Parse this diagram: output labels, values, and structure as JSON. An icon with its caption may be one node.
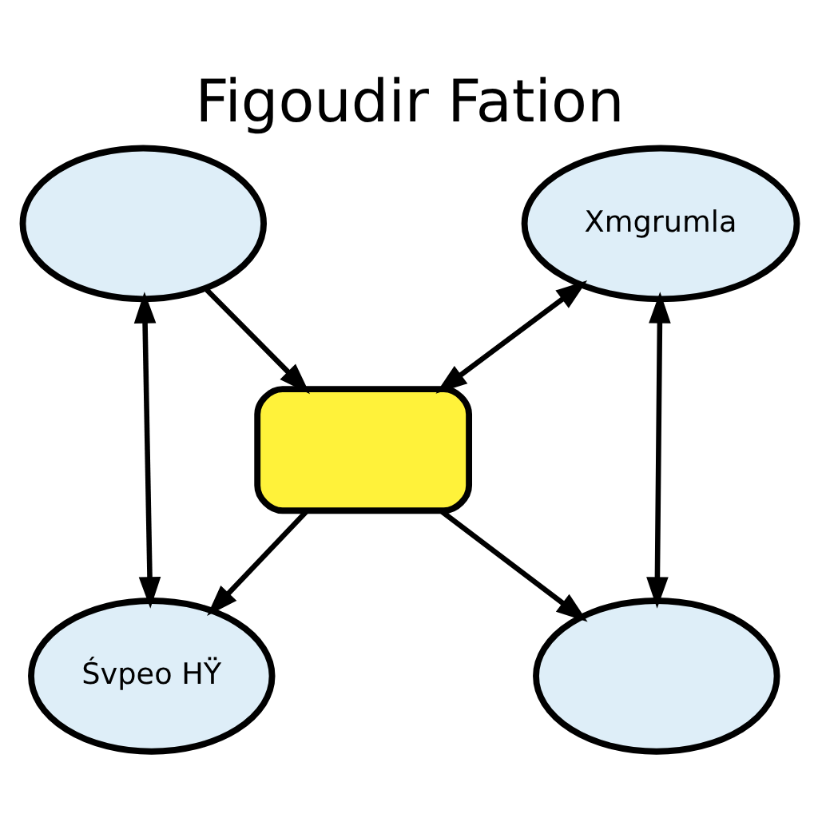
{
  "diagram": {
    "title": "Figoudir Fation",
    "nodes": [
      {
        "text": [],
        "shape": "ellipse"
      },
      {
        "text": [
          "Xmgrumla"
        ]
      },
      {
        "text": [],
        "shape": "box"
      },
      {
        "text": [
          "Śvpeo ΗΫ"
        ]
      },
      {
        "text": [],
        "shape": "ellipse"
      }
    ],
    "edges": [
      {
        "from": 0,
        "to": 2,
        "arrow": "to"
      },
      {
        "from": 0,
        "to": 3,
        "arrow": "both"
      },
      {
        "from": 2,
        "to": 1,
        "arrow": "both"
      },
      {
        "from": 2,
        "to": 3,
        "arrow": "to"
      },
      {
        "from": 1,
        "to": 4,
        "arrow": "both"
      },
      {
        "from": 2,
        "to": 4,
        "arrow": "to"
      }
    ]
  }
}
